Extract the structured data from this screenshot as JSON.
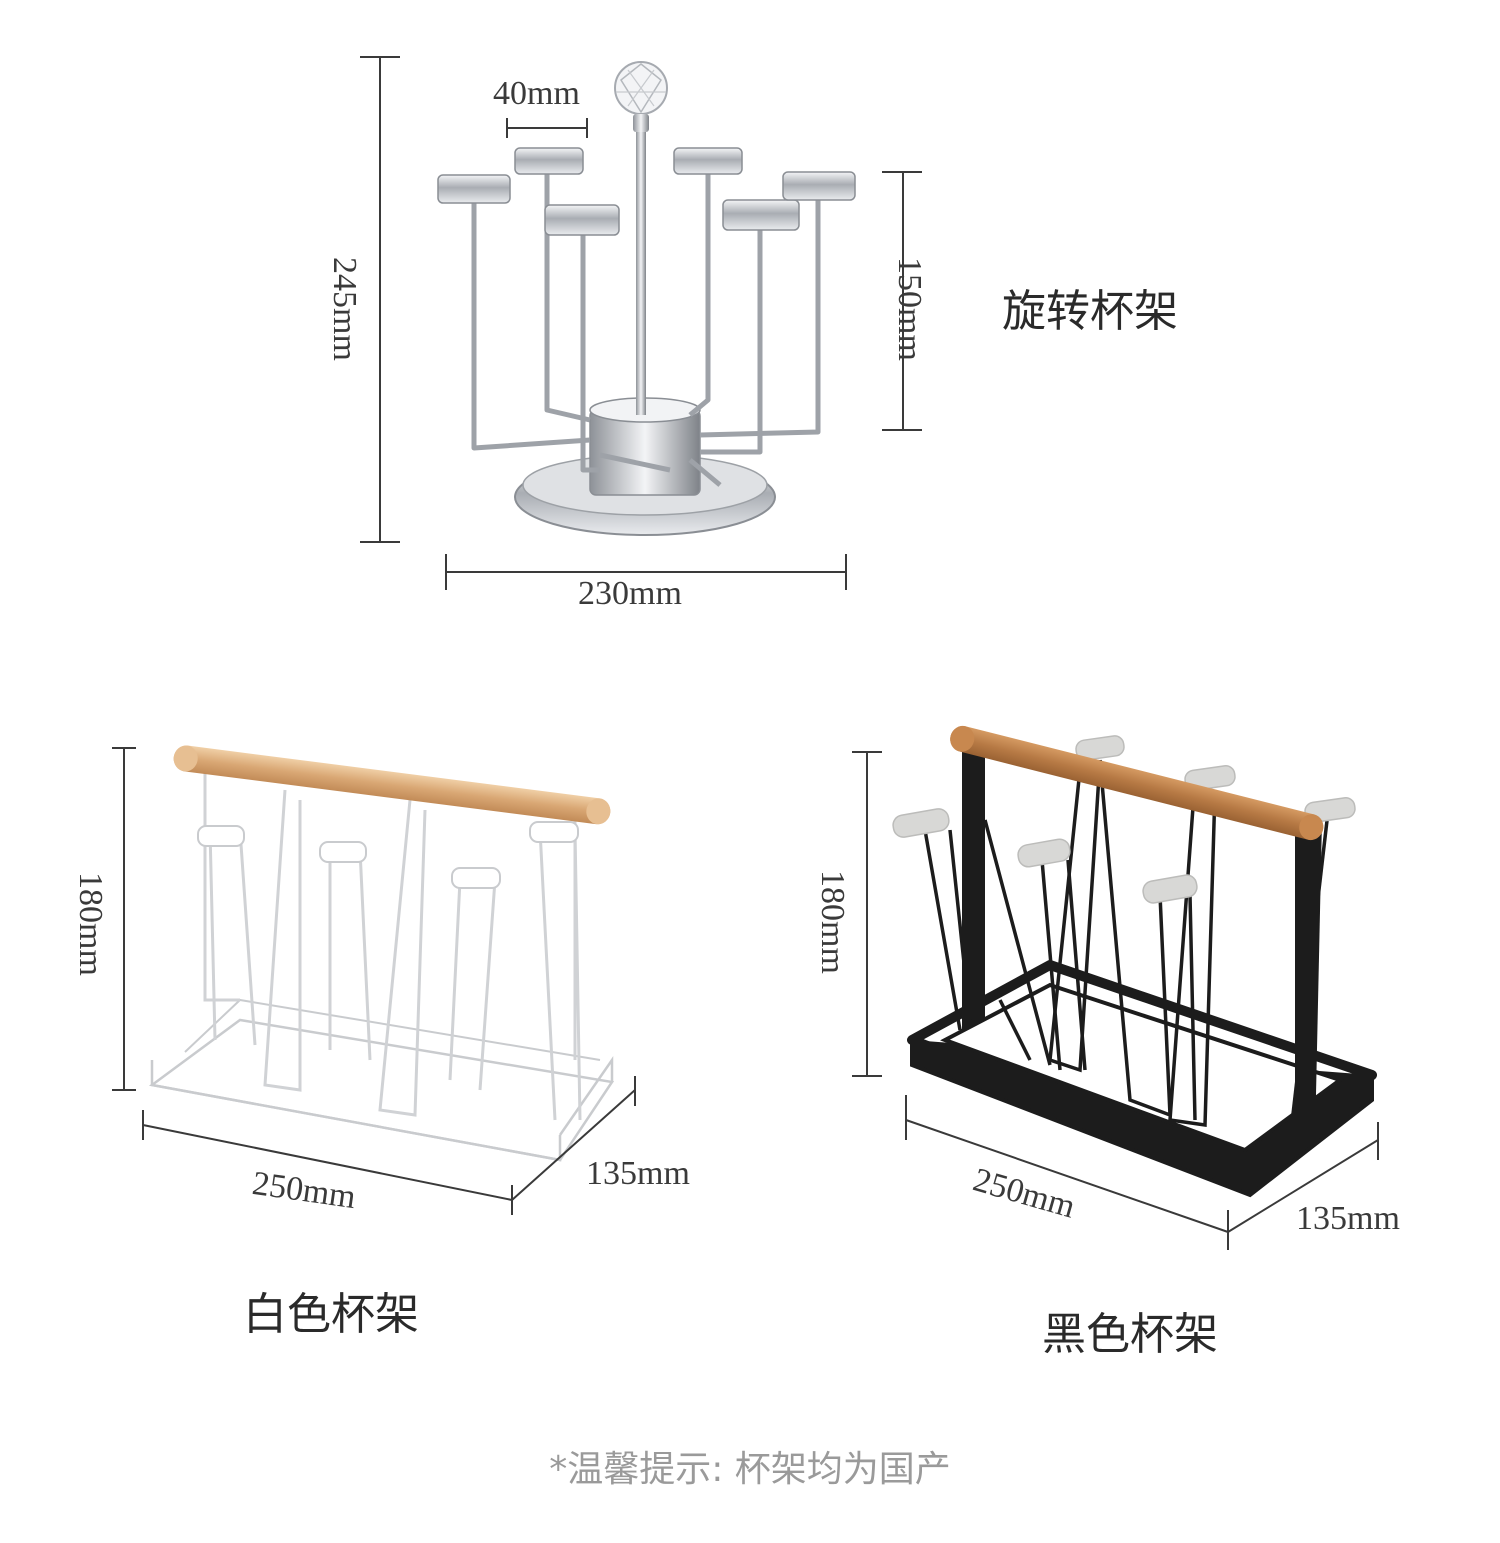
{
  "products": {
    "rotating": {
      "name": "旋转杯架",
      "height": "245mm",
      "arm_height": "150mm",
      "width": "230mm",
      "cup_diameter": "40mm"
    },
    "white": {
      "name": "白色杯架",
      "height": "180mm",
      "length": "250mm",
      "depth": "135mm"
    },
    "black": {
      "name": "黑色杯架",
      "height": "180mm",
      "length": "250mm",
      "depth": "135mm"
    }
  },
  "note": {
    "text": "*温馨提示: 杯架均为国产",
    "color": "#9a9a9a"
  },
  "colors": {
    "dim_line": "#3a3a3a",
    "chrome": "#b8bcc2",
    "wood": "#d9a774",
    "black_rack": "#1c1c1c",
    "white_rack": "#ffffff"
  }
}
